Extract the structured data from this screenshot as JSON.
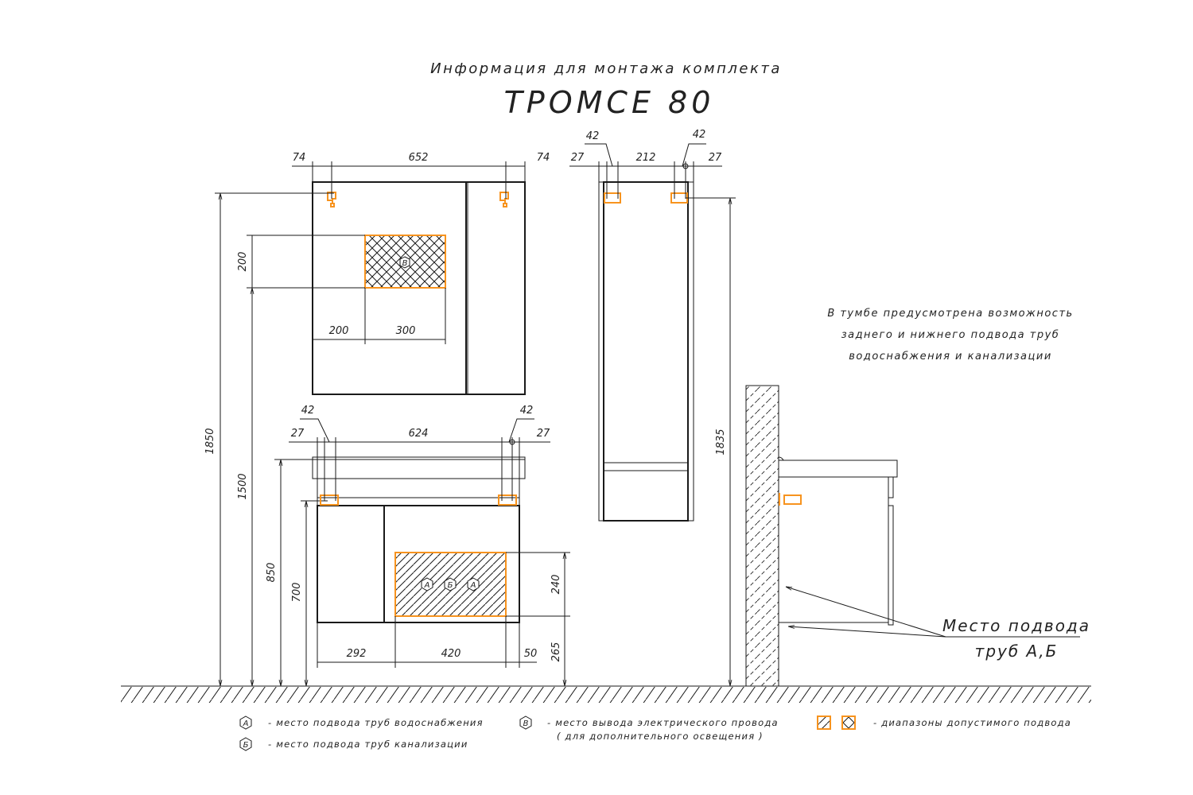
{
  "title": {
    "line1": "Информация для монтажа комплекта",
    "line2": "ТРОМСЕ 80"
  },
  "colors": {
    "line": "#1a1a1a",
    "accent_orange": "#f7931e",
    "background": "#ffffff"
  },
  "mirror_cabinet": {
    "dim_left_offset": "74",
    "dim_between_hooks": "652",
    "dim_right_offset": "74",
    "dim_zone_height": "200",
    "dim_zone_left": "200",
    "dim_zone_width": "300",
    "zone_badge": "В",
    "dim_total_height": "1850",
    "dim_zone_bottom_height": "1500"
  },
  "vanity": {
    "dim_left_edge": "27",
    "dim_left_hook": "42",
    "dim_between": "624",
    "dim_right_hook": "42",
    "dim_right_edge": "27",
    "dim_height_top": "850",
    "dim_height_hooks": "700",
    "dim_left_section": "292",
    "dim_zone_width": "420",
    "dim_right_margin": "50",
    "dim_zone_height": "240",
    "dim_zone_floor": "265",
    "zone_badges": [
      "А",
      "Б",
      "А"
    ]
  },
  "tall_cabinet": {
    "dim_left_edge": "27",
    "dim_left_hook": "42",
    "dim_between": "212",
    "dim_right_hook": "42",
    "dim_right_edge": "27",
    "dim_height": "1835"
  },
  "side_view": {
    "note_lines": [
      "В тумбе предусмотрена возможность",
      "заднего и нижнего подвода труб",
      "водоснабжения и канализации"
    ],
    "callout_line1": "Место подвода",
    "callout_line2": "труб А,Б"
  },
  "legend": {
    "items": [
      {
        "badge": "А",
        "text": "- место подвода труб водоснабжения"
      },
      {
        "badge": "Б",
        "text": "- место подвода труб канализации"
      },
      {
        "badge": "В",
        "text": "- место вывода электрического провода"
      },
      {
        "badge": "",
        "text": "( для дополнительного освещения )"
      }
    ],
    "range_text": "- диапазоны допустимого подвода"
  }
}
